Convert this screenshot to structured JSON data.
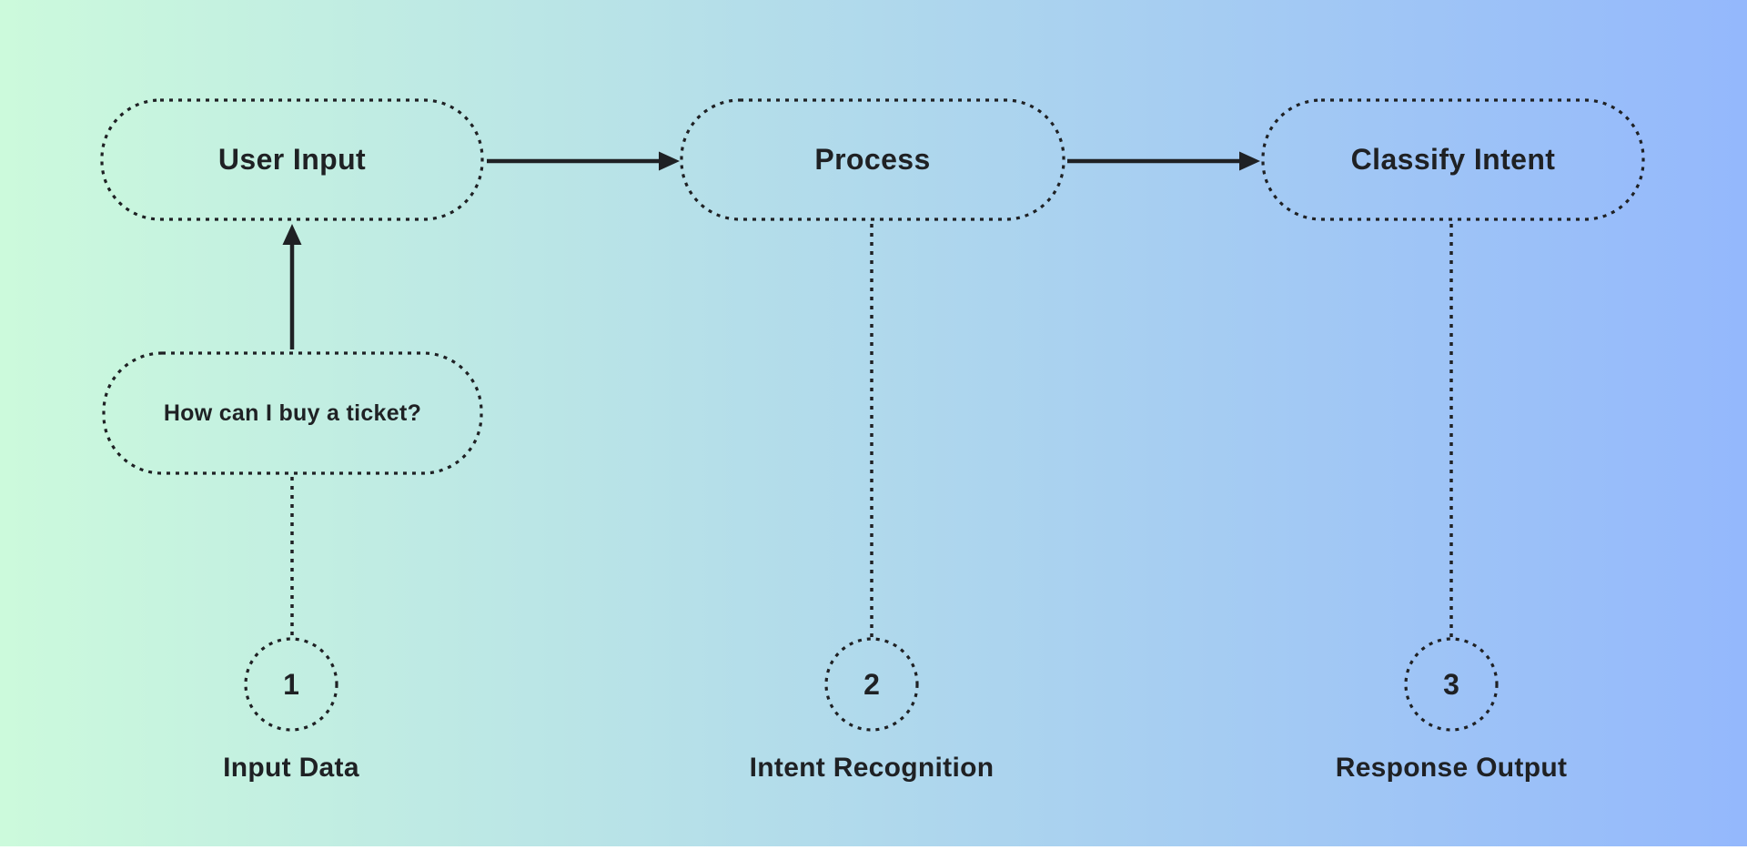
{
  "canvas": {
    "background_left": "#ccfadc",
    "background_right": "#94b8fc",
    "stroke_color": "#1f2124"
  },
  "flow_nodes": [
    {
      "label": "User Input"
    },
    {
      "label": "Process"
    },
    {
      "label": "Classify Intent"
    }
  ],
  "example_box": {
    "label": "How can I buy a ticket?"
  },
  "steps": [
    {
      "number": "1",
      "label": "Input Data"
    },
    {
      "number": "2",
      "label": "Intent Recognition"
    },
    {
      "number": "3",
      "label": "Response Output"
    }
  ]
}
